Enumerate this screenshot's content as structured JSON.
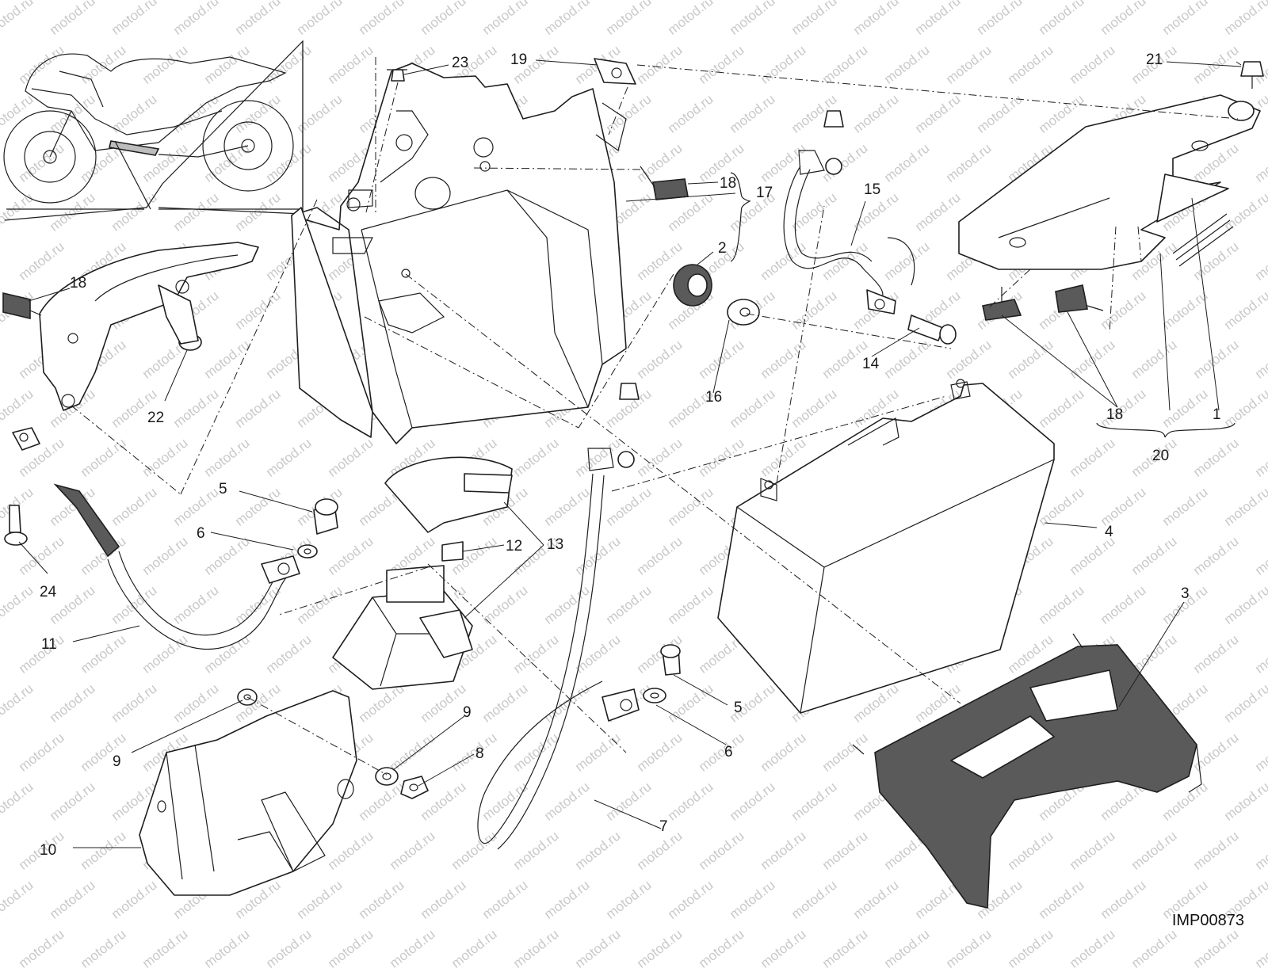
{
  "watermark_text": "motod.ru",
  "drawing_code": "IMP00873",
  "callouts": [
    {
      "id": "c1",
      "label": "1"
    },
    {
      "id": "c2",
      "label": "2"
    },
    {
      "id": "c3",
      "label": "3"
    },
    {
      "id": "c4",
      "label": "4"
    },
    {
      "id": "c5a",
      "label": "5"
    },
    {
      "id": "c5b",
      "label": "5"
    },
    {
      "id": "c6a",
      "label": "6"
    },
    {
      "id": "c6b",
      "label": "6"
    },
    {
      "id": "c7",
      "label": "7"
    },
    {
      "id": "c8",
      "label": "8"
    },
    {
      "id": "c9a",
      "label": "9"
    },
    {
      "id": "c9b",
      "label": "9"
    },
    {
      "id": "c10",
      "label": "10"
    },
    {
      "id": "c11",
      "label": "11"
    },
    {
      "id": "c12",
      "label": "12"
    },
    {
      "id": "c13",
      "label": "13"
    },
    {
      "id": "c14",
      "label": "14"
    },
    {
      "id": "c15",
      "label": "15"
    },
    {
      "id": "c16",
      "label": "16"
    },
    {
      "id": "c17",
      "label": "17"
    },
    {
      "id": "c18a",
      "label": "18"
    },
    {
      "id": "c18b",
      "label": "18"
    },
    {
      "id": "c18c",
      "label": "18"
    },
    {
      "id": "c19",
      "label": "19"
    },
    {
      "id": "c20",
      "label": "20"
    },
    {
      "id": "c21",
      "label": "21"
    },
    {
      "id": "c22",
      "label": "22"
    },
    {
      "id": "c23",
      "label": "23"
    },
    {
      "id": "c24",
      "label": "24"
    }
  ]
}
